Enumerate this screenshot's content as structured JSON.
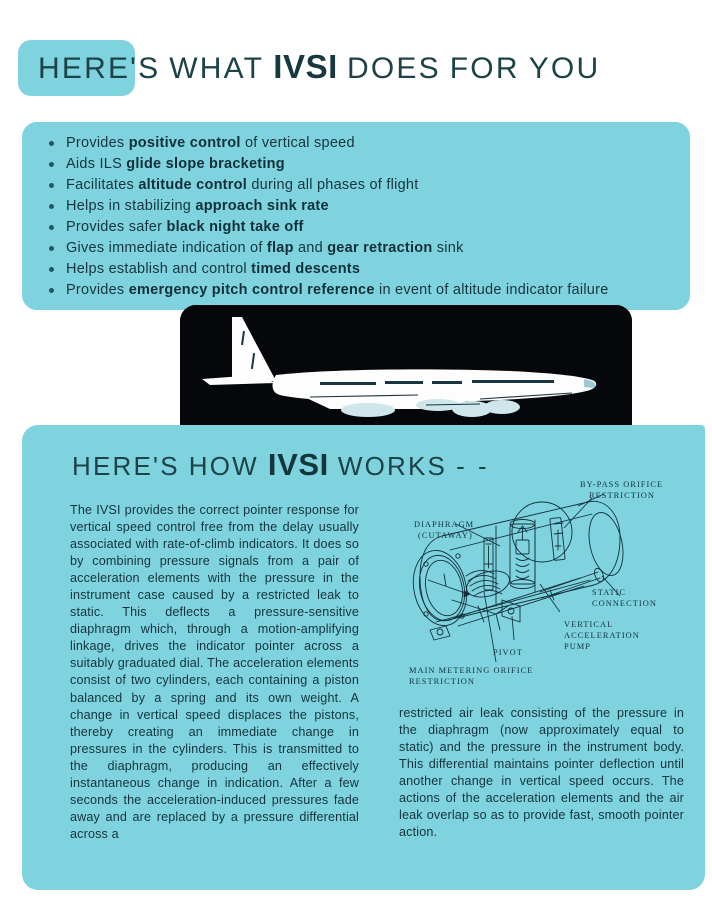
{
  "page": {
    "background_color": "#ffffff",
    "panel_color": "#7ed3de",
    "text_color": "#15333d",
    "heading_color": "#1d4349",
    "photo_background_color": "#05070a"
  },
  "headline": {
    "badge_label": "HERE'S",
    "word_what": "WHAT",
    "brand": "IVSI",
    "word_does": "DOES",
    "word_for": "FOR",
    "word_you": "YOU"
  },
  "benefits": {
    "items": [
      {
        "pre": "Provides ",
        "bold": "positive control",
        "post": " of vertical speed"
      },
      {
        "pre": "Aids ILS ",
        "bold": "glide slope bracketing",
        "post": ""
      },
      {
        "pre": "Facilitates ",
        "bold": "altitude control",
        "post": " during all phases of flight"
      },
      {
        "pre": "Helps in stabilizing ",
        "bold": "approach sink rate",
        "post": ""
      },
      {
        "pre": "Provides safer ",
        "bold": "black night take off",
        "post": ""
      },
      {
        "pre": "Gives immediate indication of ",
        "bold": "flap",
        "mid": " and ",
        "bold2": "gear retraction",
        "post": " sink"
      },
      {
        "pre": "Helps establish and control ",
        "bold": "timed descents",
        "post": ""
      },
      {
        "pre": "Provides ",
        "bold": "emergency pitch control reference",
        "post": " in event of altitude indicator failure"
      }
    ]
  },
  "photo": {
    "alt": "jet airliner side profile on black background"
  },
  "works": {
    "heading_heres": "HERE'S",
    "heading_how": "HOW",
    "heading_brand": "IVSI",
    "heading_works": "WORKS",
    "heading_dashes": "- -",
    "column_left": "The IVSI provides the correct pointer response for vertical speed control free from the delay usually associated with rate-of-climb indicators. It does so by combining pressure signals from a pair of acceleration elements with the pressure in the instrument case caused by a restricted leak to static. This deflects a pressure-sensitive diaphragm which, through a motion-amplifying linkage, drives the indicator pointer across a suitably graduated dial. The acceleration elements consist of two cylinders, each containing a piston balanced by a spring and its own weight. A change in vertical speed displaces the pistons, thereby creating an immediate change in pressures in the cylinders. This is transmitted to the diaphragm, producing an effectively instantaneous change in indication. After a few seconds the acceleration-induced pressures fade away and are replaced by a pressure differential across a",
    "column_right": "restricted air leak consisting of the pressure in the diaphragm (now approximately equal to static) and the pressure in the instrument body. This differential maintains pointer deflection until another change in vertical speed occurs. The actions of the acceleration elements and the air leak overlap so as to provide fast, smooth pointer action."
  },
  "diagram": {
    "labels": {
      "bypass_orifice": "BY-PASS ORIFICE",
      "bypass_restriction": "RESTRICTION",
      "diaphragm": "DIAPHRAGM",
      "diaphragm_cutaway": "(CUTAWAY)",
      "static": "STATIC",
      "static_connection": "CONNECTION",
      "vertical": "VERTICAL",
      "acceleration": "ACCELERATION",
      "pump": "PUMP",
      "pivot": "PIVOT",
      "main_metering": "MAIN METERING ORIFICE",
      "main_restriction": "RESTRICTION"
    }
  }
}
